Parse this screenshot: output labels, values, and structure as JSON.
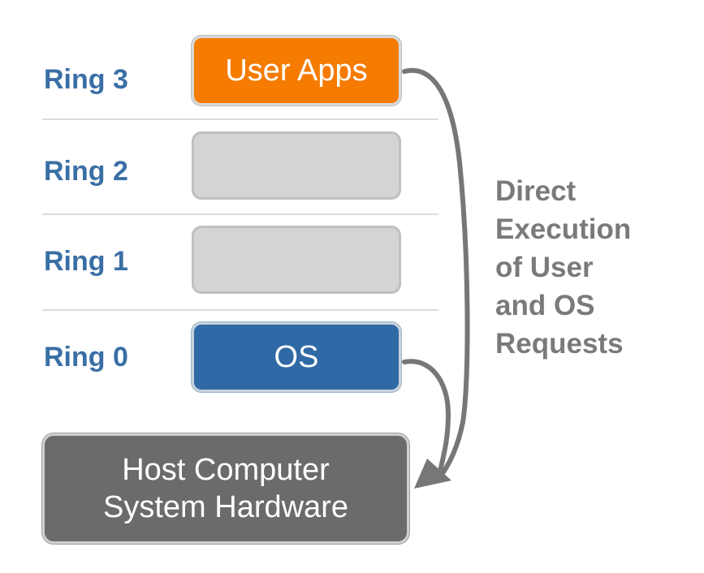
{
  "rings": [
    {
      "label": "Ring 3",
      "box_text": "User Apps"
    },
    {
      "label": "Ring 2",
      "box_text": ""
    },
    {
      "label": "Ring 1",
      "box_text": ""
    },
    {
      "label": "Ring 0",
      "box_text": "OS"
    }
  ],
  "hardware": {
    "line1": "Host Computer",
    "line2": "System Hardware"
  },
  "annotation": {
    "lines": [
      "Direct",
      "Execution",
      "of User",
      "and OS",
      "Requests"
    ]
  },
  "colors": {
    "ring_label": "#3a6fa5",
    "user_apps": "#f57c00",
    "unused_ring": "#d4d4d4",
    "os": "#2f6aa6",
    "hardware": "#6b6b6b",
    "annotation": "#7a7a7a",
    "arrow": "#777777"
  }
}
